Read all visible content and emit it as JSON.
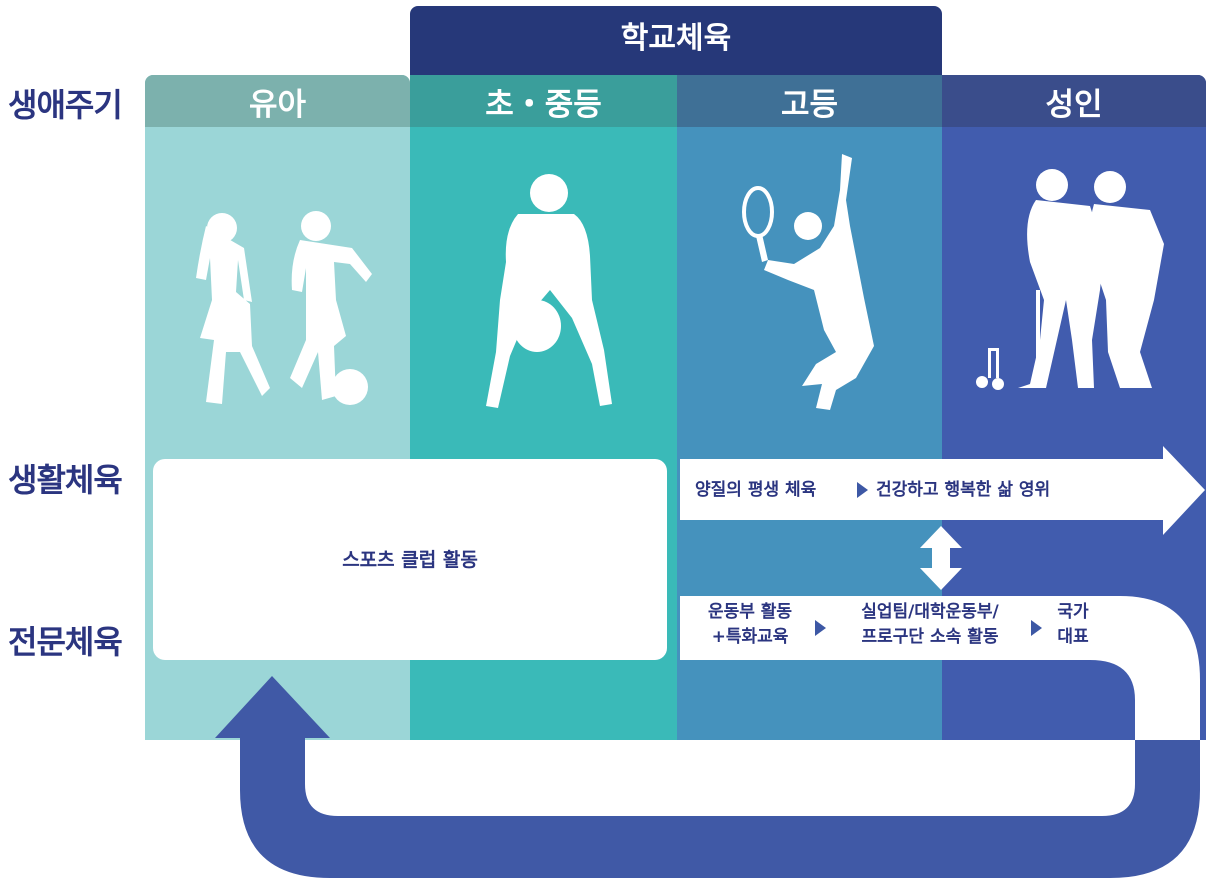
{
  "top_bar": {
    "label": "학교체육"
  },
  "row_labels": {
    "lifecycle": "생애주기",
    "life_sports": "생활체육",
    "elite_sports": "전문체육"
  },
  "columns": [
    {
      "label": "유아",
      "color": "#9bd6d7",
      "head_color": "#7cb1ad",
      "figure_icon": "children-soccer-silhouette-icon"
    },
    {
      "label": "초・중등",
      "color": "#3abab8",
      "head_color": "#3a9e9b",
      "figure_icon": "student-ball-silhouette-icon"
    },
    {
      "label": "고등",
      "color": "#4592bd",
      "head_color": "#3f7096",
      "figure_icon": "tennis-player-silhouette-icon"
    },
    {
      "label": "성인",
      "color": "#415cae",
      "head_color": "#3a4d8b",
      "figure_icon": "gateball-players-silhouette-icon"
    }
  ],
  "club_box": {
    "label": "스포츠 클럽 활동"
  },
  "life_arrow": {
    "part1": "양질의 평생 체육",
    "part2": "건강하고 행복한 삶 영위"
  },
  "elite_path": {
    "step1_line1": "운동부 활동",
    "step1_line2": "+특화교육",
    "step2_line1": "실업팀/대학운동부/",
    "step2_line2": "프로구단 소속 활동",
    "step3_line1": "국가",
    "step3_line2": "대표"
  },
  "colors": {
    "navy": "#263879",
    "text": "#2b3580",
    "loop_arrow": "#4059a6",
    "marker": "#3d58a5"
  }
}
